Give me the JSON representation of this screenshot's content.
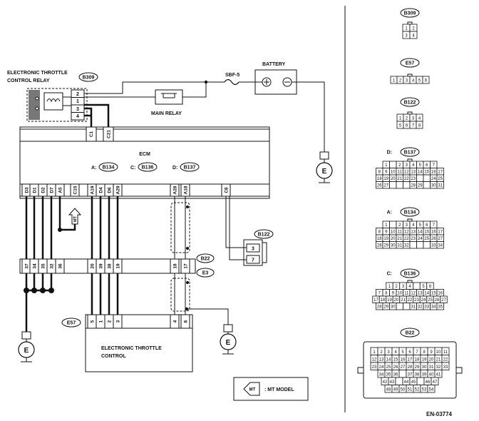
{
  "diagram": {
    "relay": {
      "title_line1": "ELECTRONIC THROTTLE",
      "title_line2": "CONTROL RELAY",
      "connector": "B309",
      "pins": [
        "2",
        "1",
        "3",
        "4"
      ]
    },
    "battery": {
      "label": "BATTERY",
      "plus": "⊕",
      "minus": "⊖"
    },
    "fuse": {
      "label": "SBF-5"
    },
    "main_relay": {
      "label": "MAIN RELAY"
    },
    "ground_symbol": "E",
    "ecm": {
      "label": "ECM",
      "connector_refs": [
        {
          "prefix": "A:",
          "code": "B134"
        },
        {
          "prefix": "C:",
          "code": "B136"
        },
        {
          "prefix": "D:",
          "code": "B137"
        }
      ],
      "top_pins": [
        "C1",
        "C21"
      ],
      "bottom_pins": [
        "D3",
        "D1",
        "D2",
        "D7",
        "A5",
        "C15",
        "A19",
        "D4",
        "D6",
        "A29",
        "A28",
        "A18",
        "C6"
      ]
    },
    "mt_tag": "MT",
    "b122": {
      "code": "B122",
      "pins": [
        "3",
        "7"
      ]
    },
    "b22_e3": {
      "code_upper": "B22",
      "code_lower": "E3",
      "upper_pins": [
        "37",
        "34",
        "35",
        "32",
        "36",
        "20",
        "39",
        "38",
        "19",
        "18",
        "17"
      ],
      "lower_pins": [
        "5",
        "1",
        "2",
        "3",
        "4",
        "6"
      ]
    },
    "e57": {
      "code": "E57"
    },
    "etc": {
      "line1": "ELECTRONIC THROTTLE",
      "line2": "CONTROL"
    },
    "legend": {
      "tag": "MT",
      "text": ": MT MODEL"
    },
    "figure_code": "EN-03774"
  },
  "connector_views": [
    {
      "code": "B309",
      "rows": [
        [
          "1",
          "2"
        ],
        [
          "3",
          "4"
        ]
      ]
    },
    {
      "code": "E57",
      "rows": [
        [
          "1",
          "2",
          "3",
          "4",
          "5",
          "6"
        ]
      ]
    },
    {
      "code": "B122",
      "rows": [
        [
          "1",
          "2",
          "3",
          "4"
        ],
        [
          "5",
          "6",
          "7",
          "8"
        ]
      ]
    },
    {
      "code": "B137",
      "prefix": "D:",
      "rows": [
        [
          "1",
          "",
          "2",
          "3",
          "4",
          "5",
          "6",
          "7"
        ],
        [
          "8",
          "9",
          "10",
          "11",
          "12",
          "13",
          "14",
          "15",
          "16",
          "17"
        ],
        [
          "18",
          "19",
          "20",
          "21",
          "22",
          "23",
          "",
          "",
          "24",
          "25"
        ],
        [
          "26",
          "27",
          "",
          "",
          "",
          "28",
          "29",
          "",
          "30",
          "31"
        ]
      ]
    },
    {
      "code": "B134",
      "prefix": "A:",
      "rows": [
        [
          "1",
          "",
          "2",
          "3",
          "4",
          "5",
          "6",
          "7"
        ],
        [
          "8",
          "9",
          "10",
          "11",
          "12",
          "13",
          "14",
          "15",
          "16",
          "17"
        ],
        [
          "18",
          "19",
          "20",
          "21",
          "22",
          "23",
          "24",
          "25",
          "26",
          "27"
        ],
        [
          "28",
          "29",
          "30",
          "31",
          "32",
          "",
          "",
          "",
          "33",
          "34"
        ]
      ]
    },
    {
      "code": "B136",
      "prefix": "C:",
      "rows": [
        [
          "1",
          "2",
          "3",
          "4",
          "",
          "5",
          "6"
        ],
        [
          "7",
          "8",
          "9",
          "10",
          "11",
          "12",
          "13",
          "14",
          "15",
          "16"
        ],
        [
          "17",
          "18",
          "19",
          "20",
          "21",
          "22",
          "23",
          "24",
          "25",
          "26",
          "27"
        ],
        [
          "28",
          "29",
          "30",
          "",
          "",
          "31",
          "32",
          "33",
          "34",
          "35"
        ]
      ]
    },
    {
      "code": "B22",
      "rows": [
        [
          "1",
          "2",
          "3",
          "4",
          "5",
          "6",
          "7",
          "8",
          "9",
          "10",
          "11"
        ],
        [
          "12",
          "13",
          "14",
          "15",
          "16",
          "17",
          "18",
          "19",
          "20",
          "21",
          "22"
        ],
        [
          "23",
          "24",
          "25",
          "26",
          "27",
          "28",
          "29",
          "30",
          "31",
          "32",
          "33"
        ],
        [
          "34",
          "35",
          "36",
          "",
          "37",
          "38",
          "39",
          "40",
          "41"
        ],
        [
          "42",
          "43",
          "",
          "44",
          "45",
          "",
          "46",
          "47"
        ],
        [
          "48",
          "49",
          "50",
          "51",
          "52",
          "53",
          "54"
        ]
      ]
    }
  ]
}
